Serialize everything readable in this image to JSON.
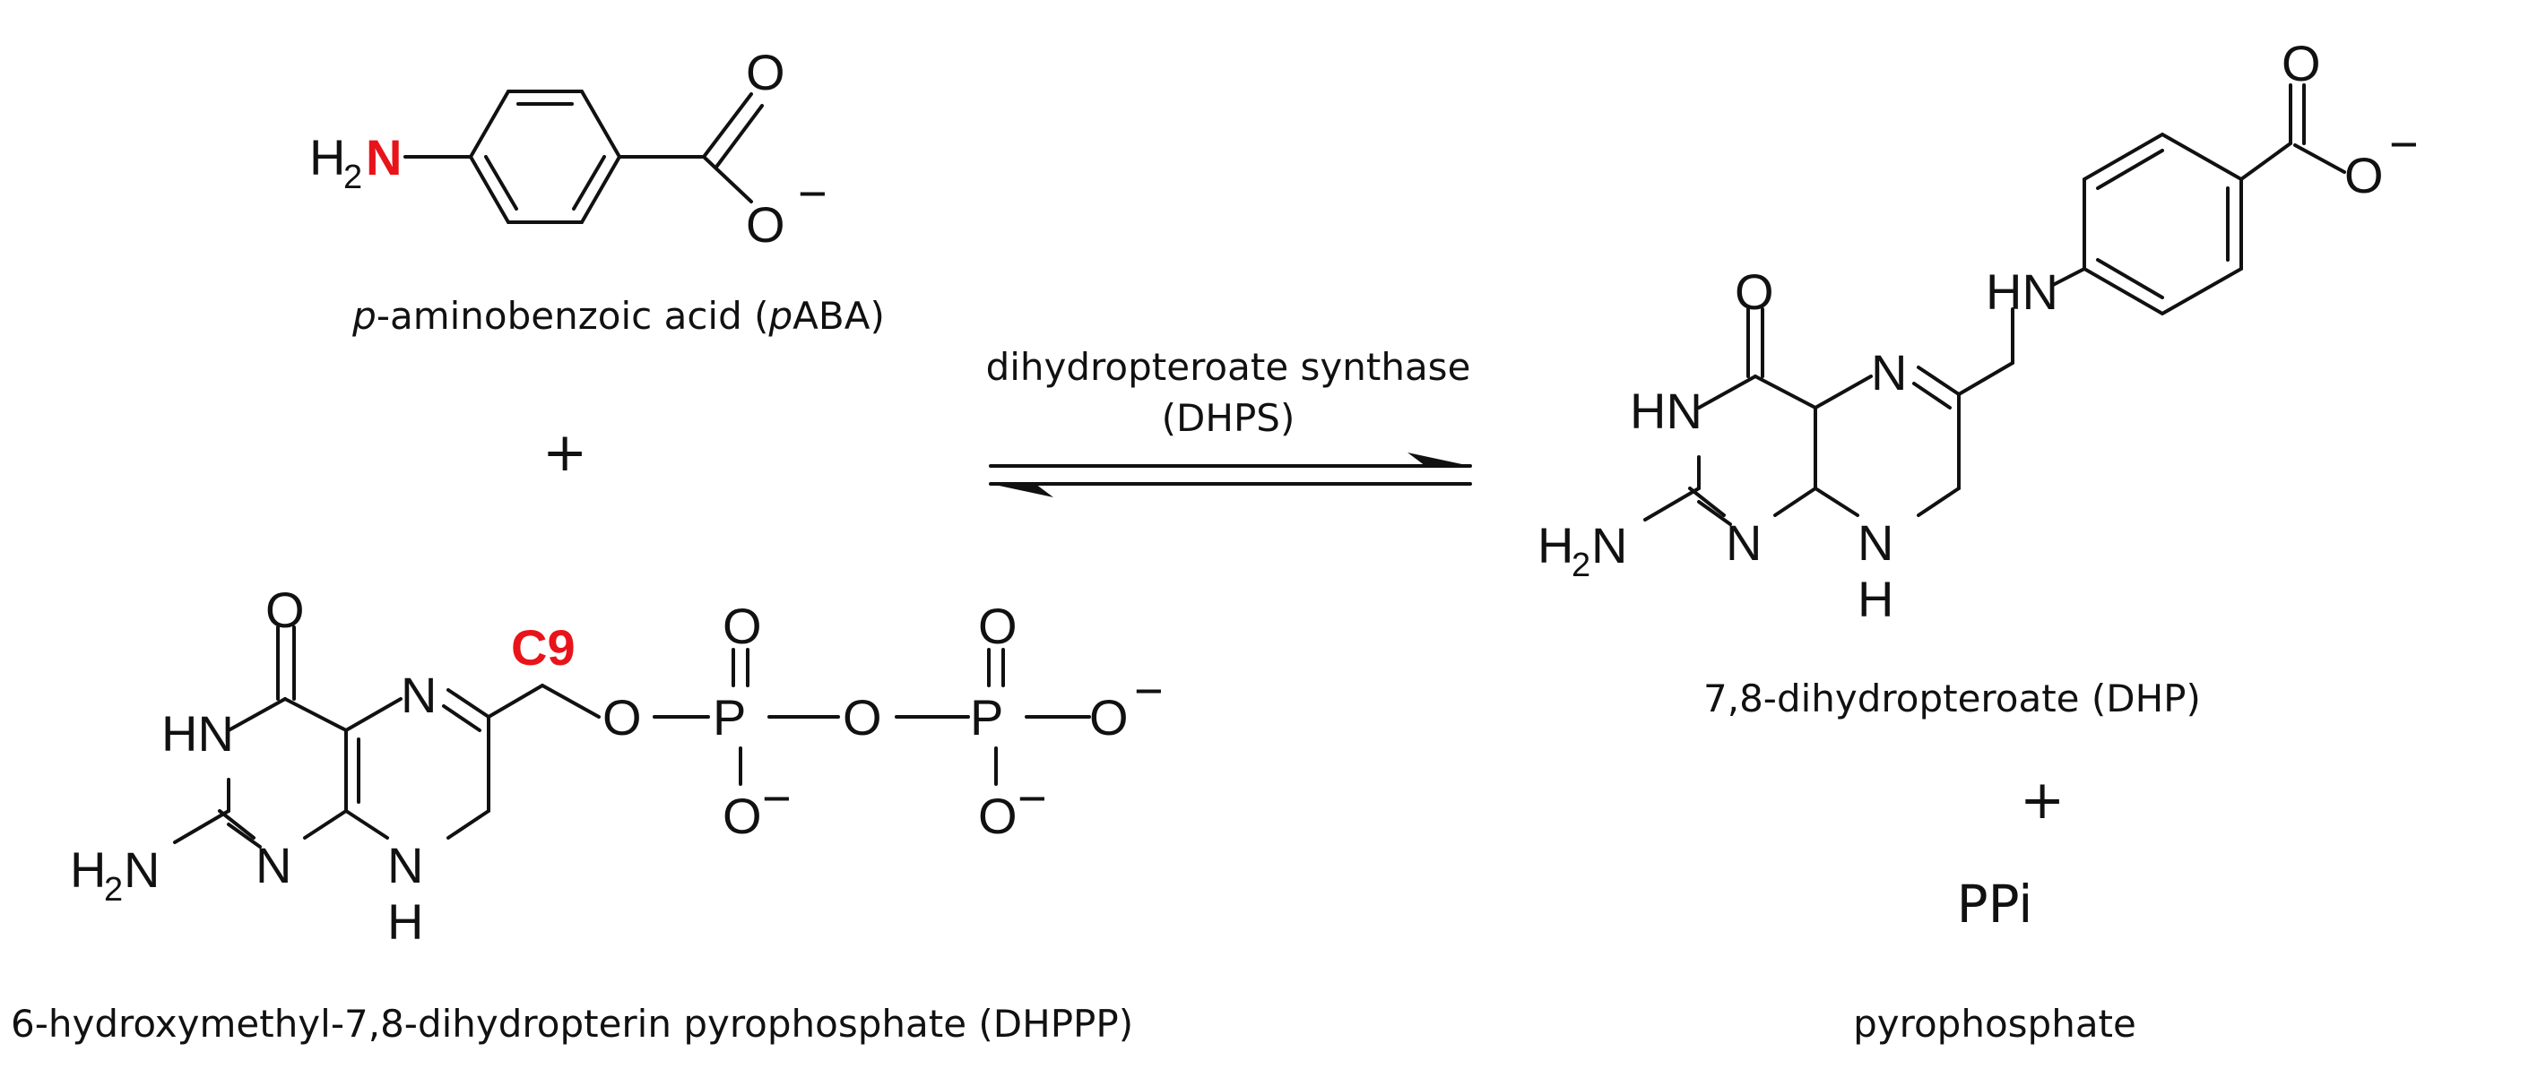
{
  "reactant1": {
    "caption_prefix": "p",
    "caption_mid": "-aminobenzoic acid (",
    "caption_p": "p",
    "caption_suffix": "ABA)",
    "atoms": {
      "nh2": "H",
      "nh2_sub": "2",
      "n": "N",
      "o1": "O",
      "o2": "O",
      "charge": "−"
    }
  },
  "plus1": "+",
  "reactant2": {
    "caption": "6-hydroxymethyl-7,8-dihydropterin pyrophosphate (DHPPP)",
    "highlight": "C9",
    "atoms": {
      "o_top": "O",
      "hn": "HN",
      "n_ring": "N",
      "h2n": "H",
      "h2n_sub": "2",
      "h2n_n": "N",
      "n_low": "N",
      "nh_n": "N",
      "nh_h": "H",
      "o_link1": "O",
      "p1": "P",
      "o_bridge": "O",
      "p2": "P",
      "o_end": "O",
      "minus": "−",
      "o_p1_top": "O",
      "o_p1_bot": "O",
      "o_p2_top": "O",
      "o_p2_bot": "O"
    }
  },
  "enzyme": {
    "line1": "dihydropteroate synthase",
    "line2": "(DHPS)"
  },
  "product1": {
    "caption": "7,8-dihydropteroate (DHP)",
    "atoms": {
      "o_top": "O",
      "hn": "HN",
      "n_ring": "N",
      "h2n": "H",
      "h2n_sub": "2",
      "h2n_n": "N",
      "n_low": "N",
      "nh_n": "N",
      "nh_h": "H",
      "hn_link": "HN",
      "o1": "O",
      "o2": "O",
      "charge": "−"
    }
  },
  "plus2": "+",
  "product2": {
    "formula": "PPi",
    "caption": "pyrophosphate"
  },
  "colors": {
    "highlight": "#e8141a",
    "ink": "#111111"
  }
}
